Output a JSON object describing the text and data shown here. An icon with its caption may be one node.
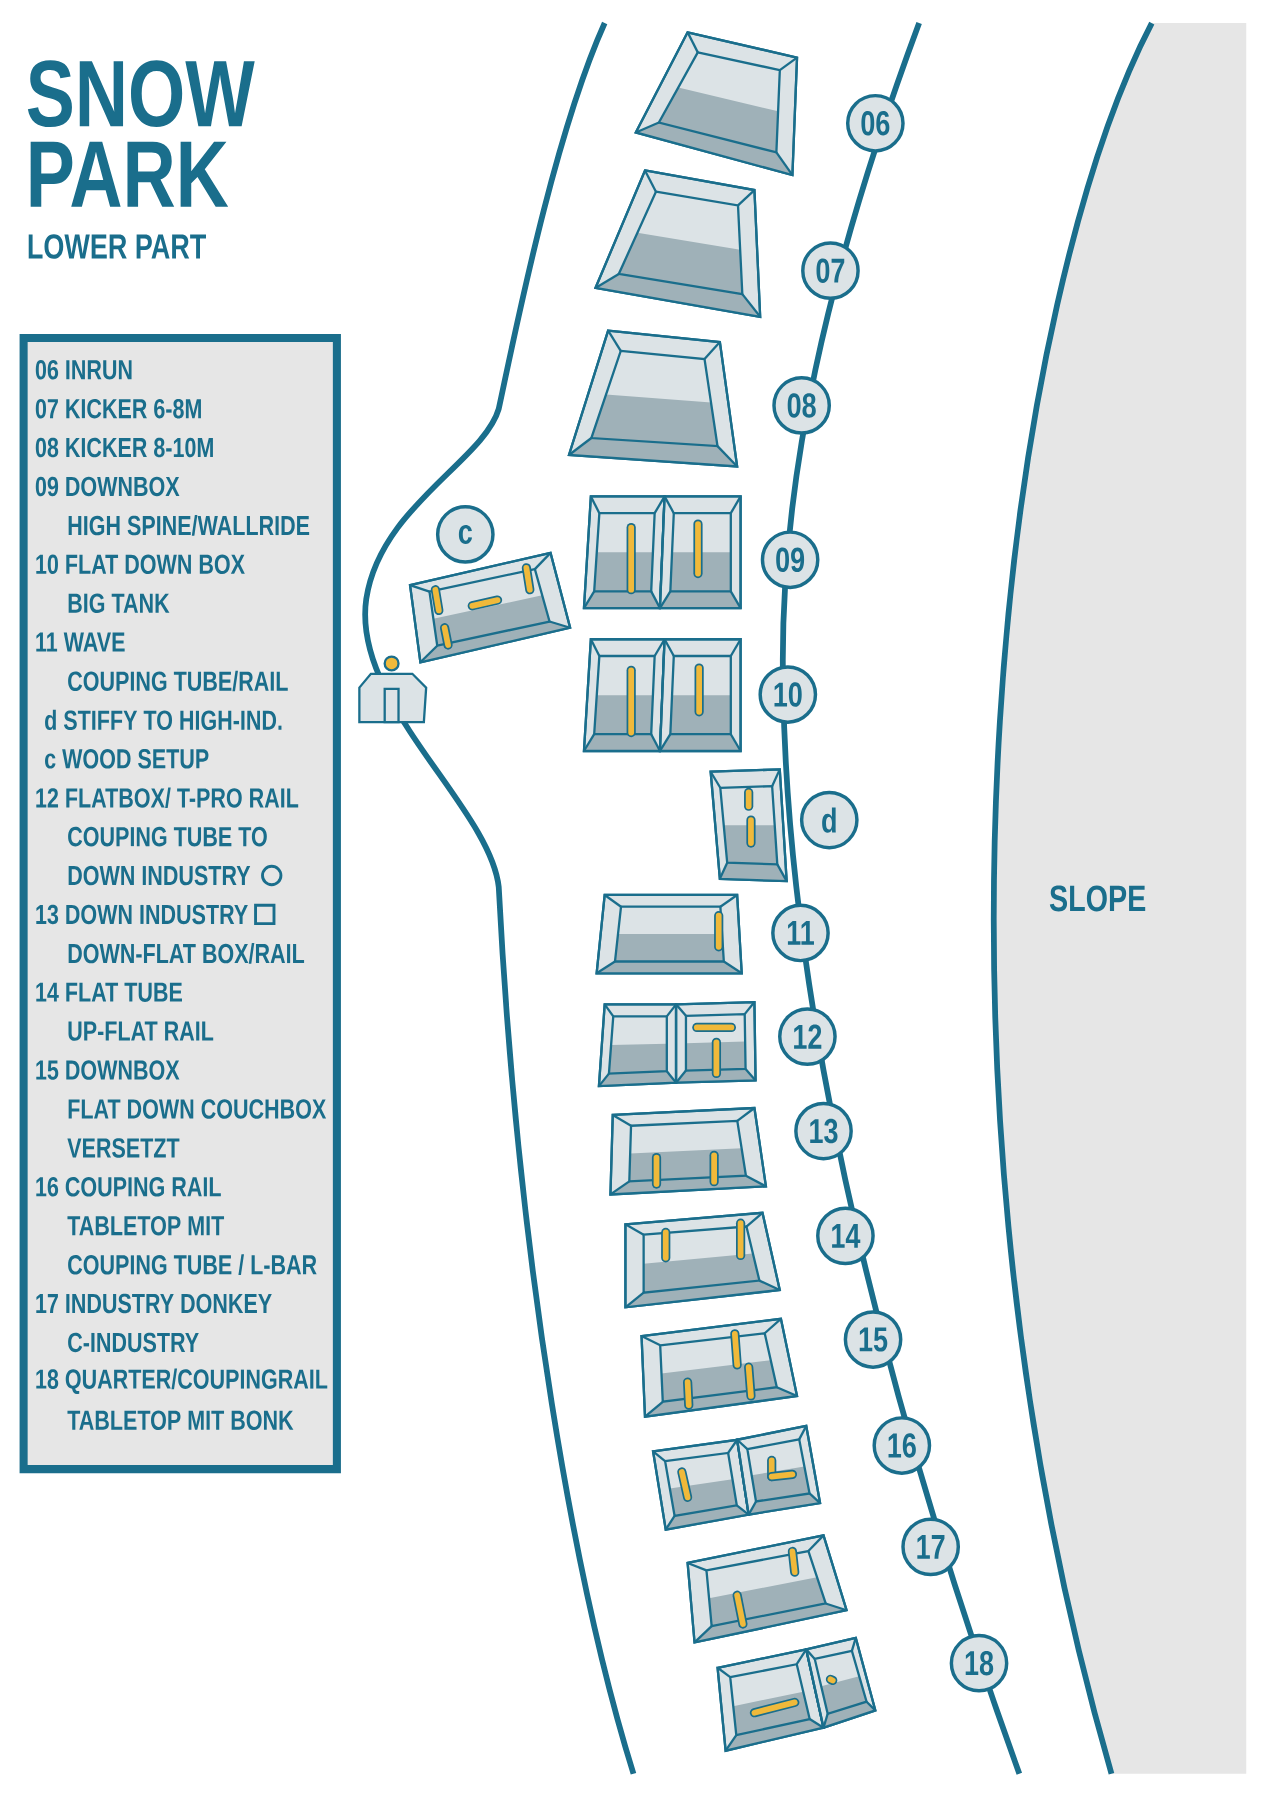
{
  "diagram": {
    "title": "SNOW PARK",
    "nodes": [
      {
        "text": [
          "06 INRUN",
          "07 KICKER 6-8M",
          "08 KICKER 8-10M",
          "09 DOWNBOX",
          "HIGH SPINE/WALLRIDE",
          "10 FLAT DOWN BOX",
          "BIG TANK",
          "11 WAVE",
          "COUPING TUBE/RAIL",
          "d STIFFY TO HIGH-IND.",
          "c WOOD SETUP",
          "12 FLATBOX/ T-PRO RAIL",
          "COUPING TUBE TO",
          "DOWN INDUSTRY",
          "13 DOWN INDUSTRY",
          "DOWN-FLAT BOX/RAIL",
          "14 FLAT TUBE",
          "UP-FLAT RAIL",
          "15 DOWNBOX",
          "FLAT DOWN COUCHBOX",
          "VERSETZT",
          "16 COUPING RAIL",
          "TABLETOP MIT",
          "COUPING TUBE / L-BAR",
          "17 INDUSTRY DONKEY",
          "C-INDUSTRY",
          "18 QUARTER/COUPINGRAIL",
          "TABLETOP MIT BONK"
        ]
      },
      {
        "text": [
          "06"
        ]
      },
      {
        "text": [
          "07"
        ]
      },
      {
        "text": [
          "08"
        ]
      },
      {
        "text": [
          "c"
        ]
      },
      {
        "text": [
          "09"
        ]
      },
      {
        "text": [
          "10"
        ]
      },
      {
        "text": [
          "d"
        ]
      },
      {
        "text": [
          "11"
        ]
      },
      {
        "text": [
          "12"
        ]
      },
      {
        "text": [
          "13"
        ]
      },
      {
        "text": [
          "14"
        ]
      },
      {
        "text": [
          "15"
        ]
      },
      {
        "text": [
          "16"
        ]
      },
      {
        "text": [
          "17"
        ]
      },
      {
        "text": [
          "18"
        ]
      }
    ],
    "labels": [
      "LOWER PART",
      "SLOPE"
    ]
  }
}
